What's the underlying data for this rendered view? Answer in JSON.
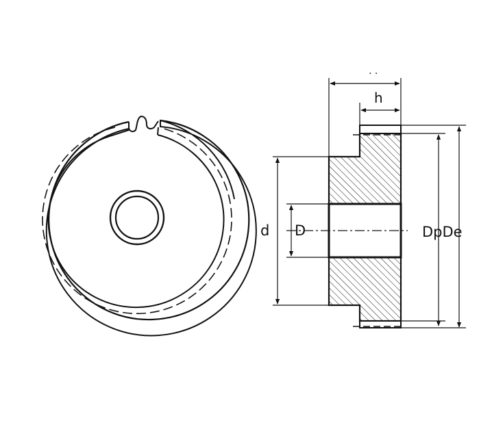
{
  "diagram": {
    "colors": {
      "stroke": "#111111",
      "background": "#ffffff"
    },
    "labels": {
      "top_dim": "· ·",
      "hub_length": "h",
      "hub_diameter": "d",
      "bore_diameter": "D",
      "gear_diameters": "DpDe"
    }
  }
}
